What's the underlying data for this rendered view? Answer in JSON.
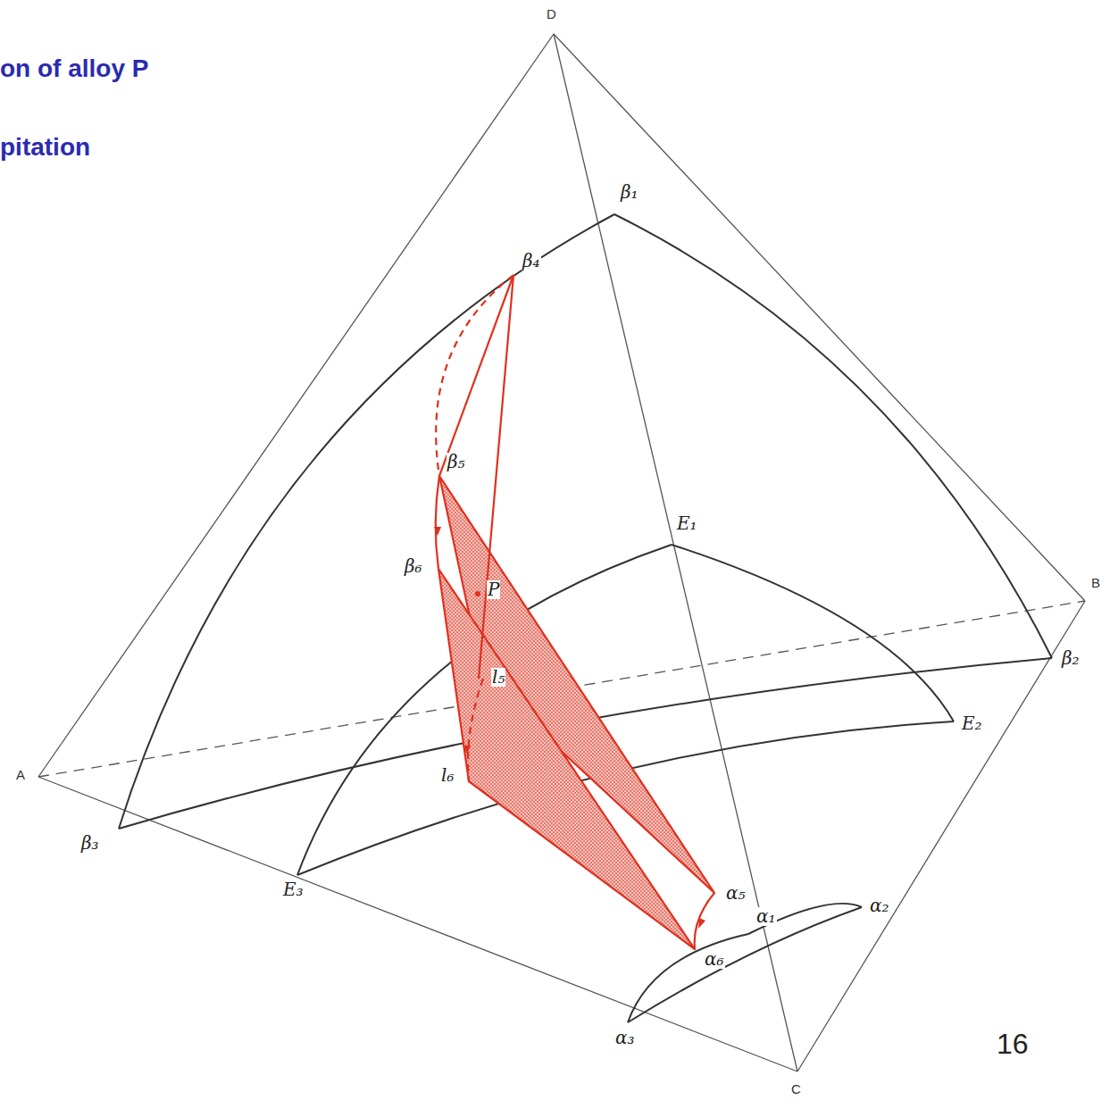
{
  "diagram": {
    "labels": [
      "on of alloy P",
      "pitation",
      "D",
      "A",
      "B",
      "C",
      "β₁",
      "β₂",
      "β₃",
      "β₄",
      "β₅",
      "β₆",
      "P",
      "l₅",
      "l₆",
      "E₁",
      "E₂",
      "E₃",
      "α₁",
      "α₂",
      "α₃",
      "α₅",
      "α₆",
      "16"
    ]
  }
}
